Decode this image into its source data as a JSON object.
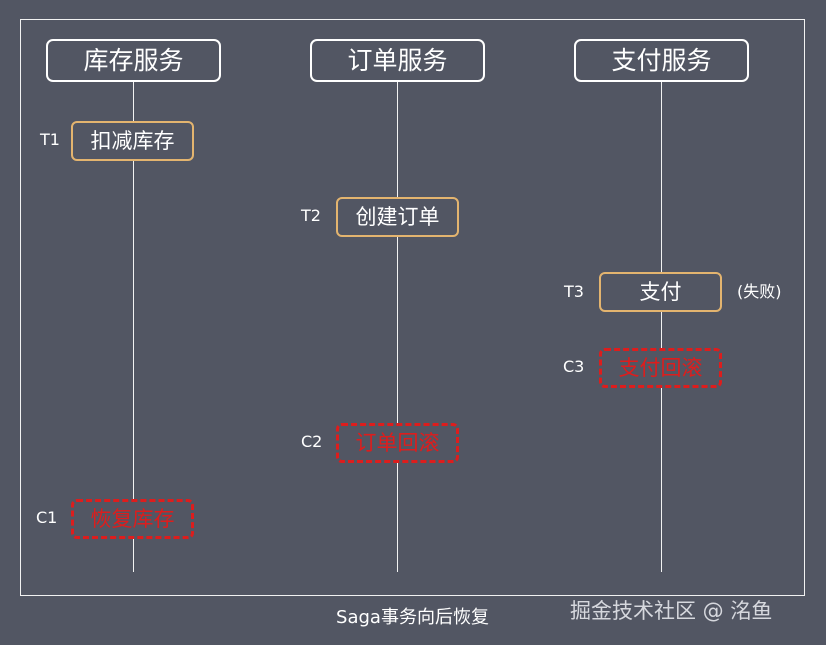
{
  "services": [
    {
      "label": "库存服务"
    },
    {
      "label": "订单服务"
    },
    {
      "label": "支付服务"
    }
  ],
  "steps": {
    "t1": {
      "tag": "T1",
      "label": "扣减库存"
    },
    "t2": {
      "tag": "T2",
      "label": "创建订单"
    },
    "t3": {
      "tag": "T3",
      "label": "支付",
      "note": "(失败)"
    },
    "c3": {
      "tag": "C3",
      "label": "支付回滚"
    },
    "c2": {
      "tag": "C2",
      "label": "订单回滚"
    },
    "c1": {
      "tag": "C1",
      "label": "恢复库存"
    }
  },
  "caption": "Saga事务向后恢复",
  "watermark": "掘金技术社区 @ 洺鱼",
  "colors": {
    "background": "#525663",
    "forward_border": "#e3b46f",
    "compensation": "#dd1d1d",
    "line": "#f2f2f2"
  }
}
